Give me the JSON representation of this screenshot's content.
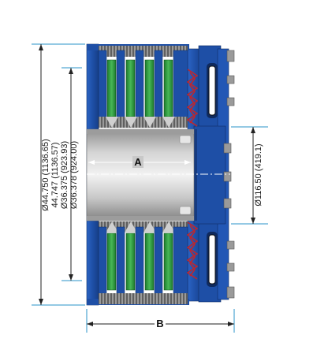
{
  "dimensions": {
    "outer_diameter": {
      "line1": "Ø44.750 (1136.65)",
      "line2": "44.747 (1136.57)"
    },
    "inner_diameter": {
      "line1": "Ø36.375 (923.93)",
      "line2": "Ø36.378 (924.00)"
    },
    "hub_diameter": "Ø116.50 (419.1)",
    "label_a": "A",
    "label_b": "B"
  },
  "colors": {
    "leader": "#2a93c9",
    "housing_blue": "#1e4fa6",
    "housing_dark": "#163b80",
    "shaft_gray": "#b9b9b9",
    "plate_green": "#2f9e3e",
    "spring_red": "#c0262b"
  }
}
